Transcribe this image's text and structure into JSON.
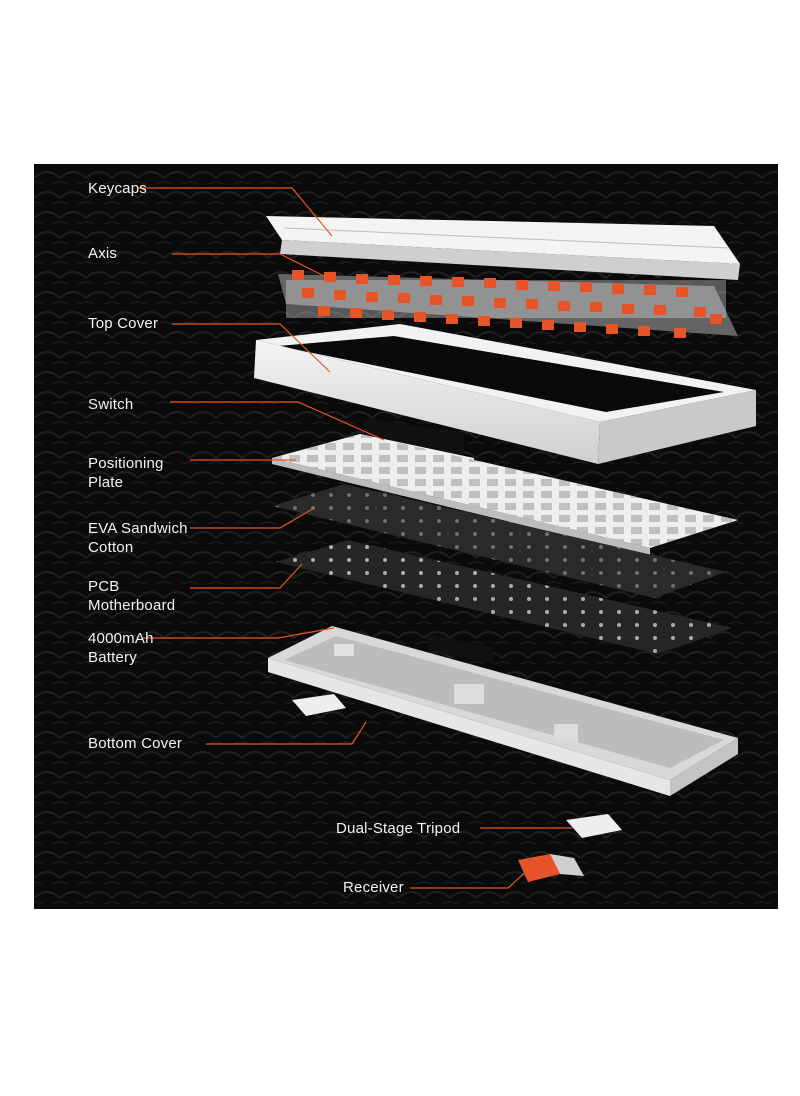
{
  "colors": {
    "background": "#0a0a0a",
    "accent": "#e8542a",
    "label_text": "#f2f2f2",
    "shell": "#ececec"
  },
  "layers": [
    {
      "id": "keycaps",
      "lines": [
        "Keycaps"
      ]
    },
    {
      "id": "axis",
      "lines": [
        "Axis"
      ]
    },
    {
      "id": "top-cover",
      "lines": [
        "Top Cover"
      ]
    },
    {
      "id": "switch",
      "lines": [
        "Switch"
      ]
    },
    {
      "id": "positioning-plate",
      "lines": [
        "Positioning",
        "Plate"
      ]
    },
    {
      "id": "eva-sandwich-cotton",
      "lines": [
        "EVA Sandwich",
        "Cotton"
      ]
    },
    {
      "id": "pcb-motherboard",
      "lines": [
        "PCB",
        "Motherboard"
      ]
    },
    {
      "id": "battery",
      "lines": [
        "4000mAh",
        "Battery"
      ]
    },
    {
      "id": "bottom-cover",
      "lines": [
        "Bottom Cover"
      ]
    },
    {
      "id": "dual-stage-tripod",
      "lines": [
        "Dual-Stage Tripod"
      ]
    },
    {
      "id": "receiver",
      "lines": [
        "Receiver"
      ]
    }
  ]
}
